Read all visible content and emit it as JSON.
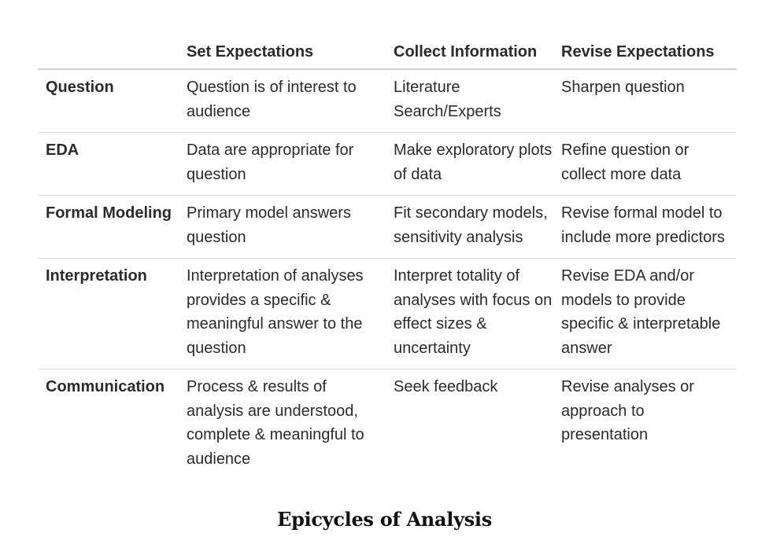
{
  "table": {
    "headers": [
      "",
      "Set Expectations",
      "Collect Information",
      "Revise Expectations"
    ],
    "rows": [
      {
        "label": "Question",
        "cells": [
          "Question is of interest to audience",
          "Literature Search/Experts",
          "Sharpen question"
        ]
      },
      {
        "label": "EDA",
        "cells": [
          "Data are appropriate for question",
          "Make exploratory plots of data",
          "Refine question or collect more data"
        ]
      },
      {
        "label": "Formal Modeling",
        "cells": [
          "Primary model answers question",
          "Fit secondary models, sensitivity analysis",
          "Revise formal model to include more predictors"
        ]
      },
      {
        "label": "Interpretation",
        "cells": [
          "Interpretation of analyses provides a specific & meaningful answer to the question",
          "Interpret totality of analyses with focus on effect sizes & uncertainty",
          "Revise EDA and/or models to provide specific & interpretable answer"
        ]
      },
      {
        "label": "Communication",
        "cells": [
          "Process & results of analysis are understood, complete & meaningful to audience",
          "Seek feedback",
          "Revise analyses or approach to presentation"
        ]
      }
    ]
  },
  "caption": "Epicycles of Analysis"
}
